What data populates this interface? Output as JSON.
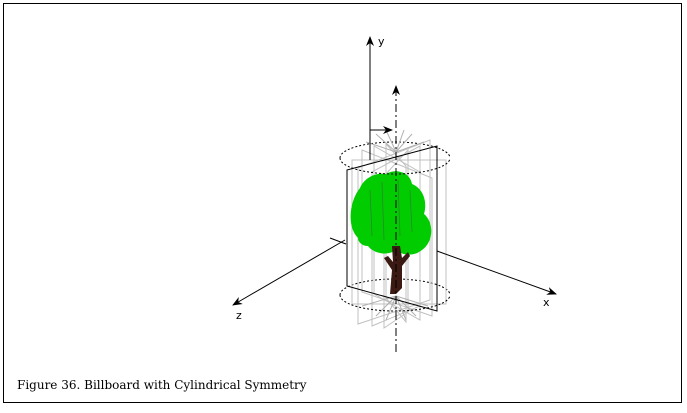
{
  "axes": {
    "x_label": "x",
    "y_label": "y",
    "z_label": "z"
  },
  "caption": "Figure 36. Billboard with Cylindrical Symmetry",
  "colors": {
    "foliage": "#00cc00",
    "trunk": "#3a1a12",
    "line": "#000000",
    "ghost": "#c8c8c8"
  },
  "icons": [
    "tree-icon",
    "rotation-arrow-icon"
  ]
}
